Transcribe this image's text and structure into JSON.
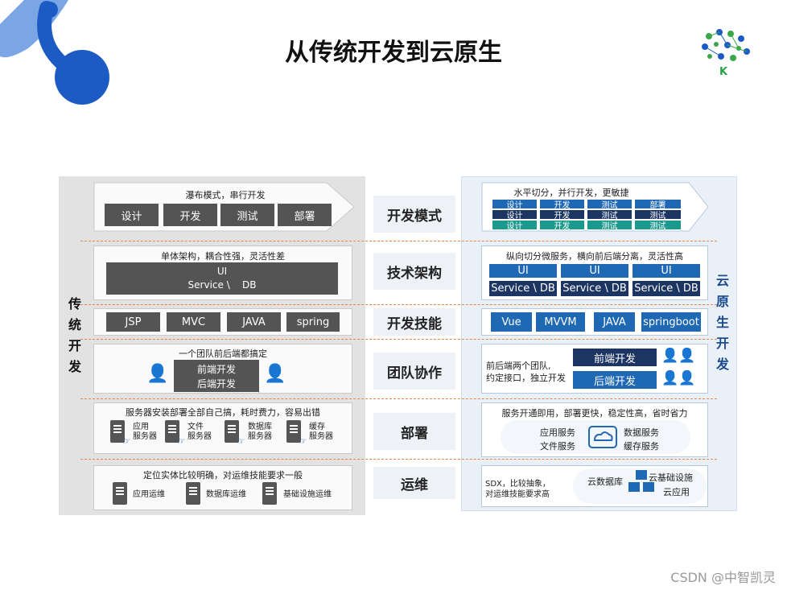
{
  "title": "从传统开发到云原生",
  "watermark": "CSDN @中智凯灵",
  "logo_letter": "K",
  "left_label": "传统开发",
  "right_label": "云原生开发",
  "categories": [
    "开发模式",
    "技术架构",
    "开发技能",
    "团队协作",
    "部署",
    "运维"
  ],
  "traditional": {
    "dev_mode": {
      "caption": "瀑布模式，串行开发",
      "steps": [
        "设计",
        "开发",
        "测试",
        "部署"
      ]
    },
    "architecture": {
      "caption": "单体架构，耦合性强，灵活性差",
      "line1": "UI",
      "line2": "Service \\    DB"
    },
    "skills": [
      "JSP",
      "MVC",
      "JAVA",
      "spring"
    ],
    "team": {
      "caption": "一个团队前后端都搞定",
      "line1": "前端开发",
      "line2": "后端开发"
    },
    "deploy": {
      "caption": "服务器安装部署全部自己搞，耗时费力，容易出错",
      "servers": [
        [
          "应用",
          "服务器"
        ],
        [
          "文件",
          "服务器"
        ],
        [
          "数据库",
          "服务器"
        ],
        [
          "缓存",
          "服务器"
        ]
      ]
    },
    "ops": {
      "caption": "定位实体比较明确，对运维技能要求一般",
      "items": [
        "应用运维",
        "数据库运维",
        "基础设施运维"
      ]
    }
  },
  "cloud": {
    "dev_mode": {
      "caption": "水平切分，并行开发，更敏捷",
      "grid": [
        [
          "设计",
          "开发",
          "测试",
          "部署"
        ],
        [
          "设计",
          "开发",
          "测试",
          "测试"
        ],
        [
          "设计",
          "开发",
          "测试",
          "测试"
        ]
      ]
    },
    "architecture": {
      "caption": "纵向切分微服务，横向前后端分离，灵活性高",
      "ui": [
        "UI",
        "UI",
        "UI"
      ],
      "svc": [
        "Service \\ DB",
        "Service \\ DB",
        "Service \\ DB"
      ]
    },
    "skills": [
      "Vue",
      "MVVM",
      "JAVA",
      "springboot"
    ],
    "team": {
      "caption1": "前后端两个团队,",
      "caption2": "约定接口，独立开发",
      "front": "前端开发",
      "back": "后端开发"
    },
    "deploy": {
      "caption": "服务开通即用，部署更快，稳定性高，省时省力",
      "left1": "应用服务",
      "left2": "文件服务",
      "right1": "数据服务",
      "right2": "缓存服务"
    },
    "ops": {
      "caption1": "SDX，比较抽象，",
      "caption2": "对运维技能要求高",
      "db": "云数据库",
      "infra": "云基础设施",
      "app": "云应用"
    }
  },
  "colors": {
    "gray_button": "#545454",
    "blue_button": "#1f68b4",
    "navy_button": "#1c3563",
    "dash": "#e2874a",
    "teal": "#1a9a8e"
  }
}
